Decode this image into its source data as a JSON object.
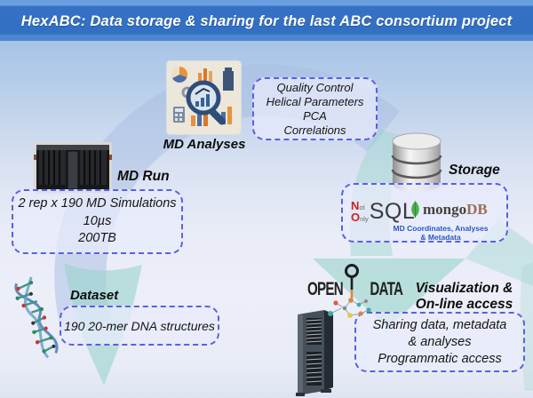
{
  "title": "HexABC: Data storage & sharing for the last ABC consortium project",
  "nodes": {
    "md_analyses": "MD Analyses",
    "md_run": "MD Run",
    "storage": "Storage",
    "dataset": "Dataset",
    "visualization": [
      "Visualization &",
      "On-line access"
    ]
  },
  "callouts": {
    "analyses": [
      "Quality Control",
      "Helical Parameters",
      "PCA",
      "Correlations"
    ],
    "simulations": [
      "2 rep x 190 MD Simulations",
      "10µs",
      "200TB"
    ],
    "dataset": [
      "190 20-mer DNA structures"
    ],
    "access": [
      "Sharing data, metadata",
      "& analyses",
      "Programmatic access"
    ]
  },
  "storage_box": {
    "nosql": {
      "n": "N",
      "ot": "ot",
      "o": "O",
      "nly": "nly",
      "sql": "SQL"
    },
    "mongo": {
      "name": "mongo",
      "db": "DB"
    },
    "caption": [
      "MD Coordinates,  Analyses",
      "& Metadata"
    ]
  },
  "open_data": {
    "left": "OPEN",
    "right": "DATA"
  },
  "colors": {
    "title_bar": "#3470c4",
    "callout_border": "#5a60e0",
    "callout_fill": "#e9ebfc",
    "ring": "#a8bde2",
    "teal_arrow": "#9ad4cb",
    "nosql_red": "#cc2127",
    "mongo_green": "#4caf50",
    "mongo_text": "#45423d",
    "mongo_db": "#9b6f55",
    "caption_blue": "#2b58bb"
  }
}
